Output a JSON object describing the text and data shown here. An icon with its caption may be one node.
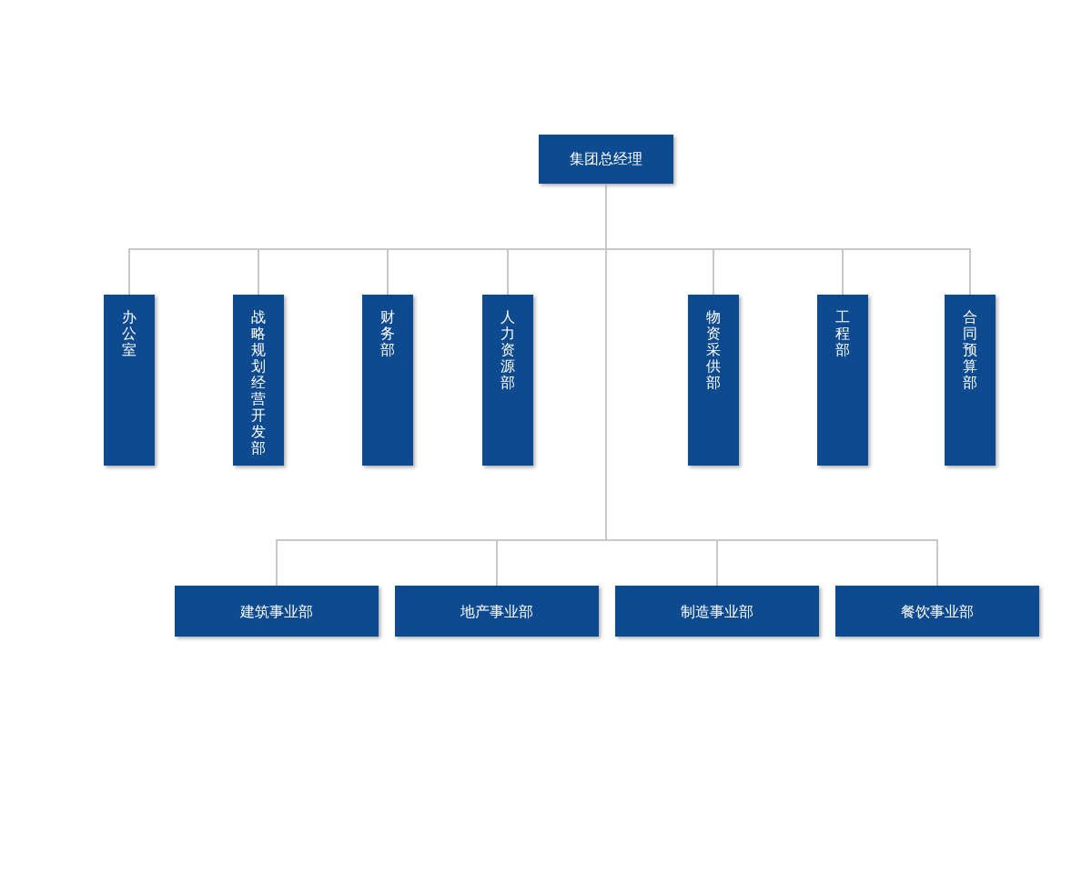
{
  "diagram": {
    "nodes": [
      {
        "text": [
          "集团总经理"
        ]
      },
      {
        "text": [
          "办公室"
        ]
      },
      {
        "text": [
          "战略规划经营开发部"
        ]
      },
      {
        "text": [
          "财务部"
        ]
      },
      {
        "text": [
          "人力资源部"
        ]
      },
      {
        "text": [
          "物资采供部"
        ]
      },
      {
        "text": [
          "工程部"
        ]
      },
      {
        "text": [
          "合同预算部"
        ]
      },
      {
        "text": [
          "建筑事业部"
        ]
      },
      {
        "text": [
          "地产事业部"
        ]
      },
      {
        "text": [
          "制造事业部"
        ]
      },
      {
        "text": [
          "餐饮事业部"
        ]
      }
    ],
    "edges": [
      {
        "from": 0,
        "to": 1,
        "arrow": "none"
      },
      {
        "from": 0,
        "to": 2,
        "arrow": "none"
      },
      {
        "from": 0,
        "to": 3,
        "arrow": "none"
      },
      {
        "from": 0,
        "to": 4,
        "arrow": "none"
      },
      {
        "from": 0,
        "to": 5,
        "arrow": "none"
      },
      {
        "from": 0,
        "to": 6,
        "arrow": "none"
      },
      {
        "from": 0,
        "to": 7,
        "arrow": "none"
      },
      {
        "from": 0,
        "to": 8,
        "arrow": "none"
      },
      {
        "from": 0,
        "to": 9,
        "arrow": "none"
      },
      {
        "from": 0,
        "to": 10,
        "arrow": "none"
      },
      {
        "from": 0,
        "to": 11,
        "arrow": "none"
      }
    ]
  }
}
